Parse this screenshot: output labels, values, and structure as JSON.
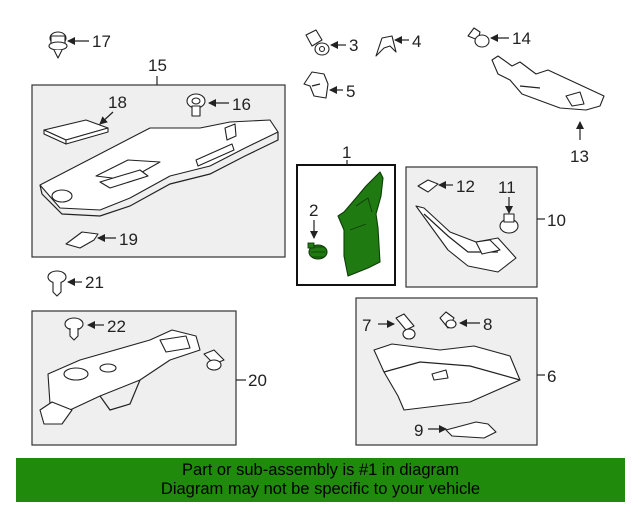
{
  "callouts": {
    "c1": "1",
    "c2": "2",
    "c3": "3",
    "c4": "4",
    "c5": "5",
    "c6": "6",
    "c7": "7",
    "c8": "8",
    "c9": "9",
    "c10": "10",
    "c11": "11",
    "c12": "12",
    "c13": "13",
    "c14": "14",
    "c15": "15",
    "c16": "16",
    "c17": "17",
    "c18": "18",
    "c19": "19",
    "c20": "20",
    "c21": "21",
    "c22": "22"
  },
  "banner": {
    "line1": "Part or sub-assembly is #1 in diagram",
    "line2": "Diagram may not be specific to your vehicle"
  },
  "colors": {
    "highlight": "#208a0c",
    "highlight_part": "#1f7a12",
    "box_fill": "#efefef"
  }
}
